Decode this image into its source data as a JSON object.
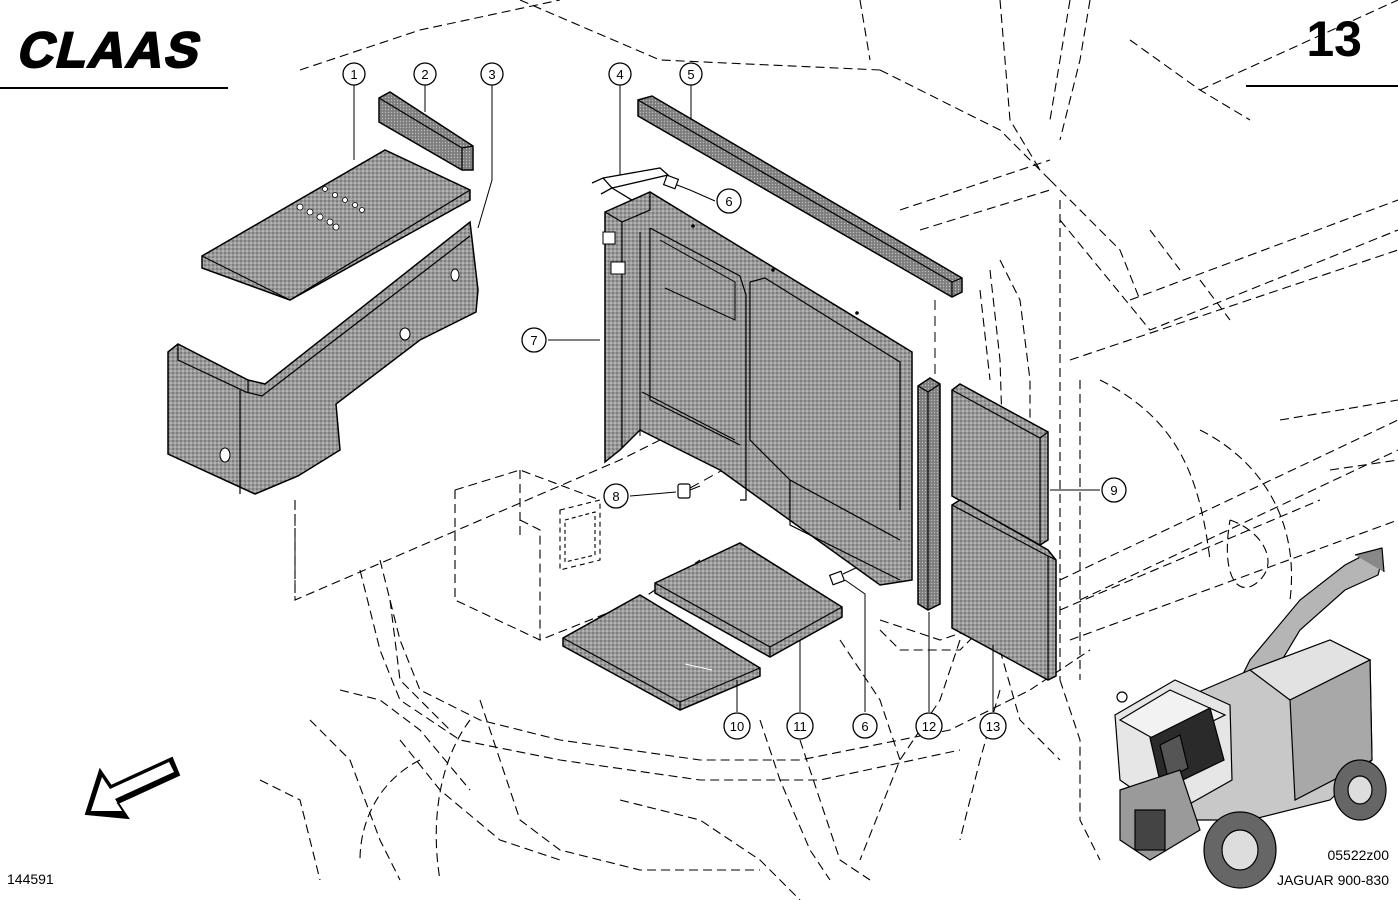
{
  "header": {
    "brand": "CLAAS",
    "page_number": "13"
  },
  "footer": {
    "drawing_number": "144591",
    "figure_code": "05522z00",
    "model": "JAGUAR 900-830"
  },
  "callouts": [
    "1",
    "2",
    "3",
    "4",
    "5",
    "6",
    "7",
    "8",
    "9",
    "10",
    "11",
    "12",
    "13"
  ],
  "callout_6b": "6",
  "icons": {
    "direction_arrow": "arrow-down-left-icon",
    "machine_thumbnail": "forage-harvester-icon"
  },
  "colors": {
    "line": "#000000",
    "hatch": "#8a8a8a",
    "background": "#ffffff"
  }
}
